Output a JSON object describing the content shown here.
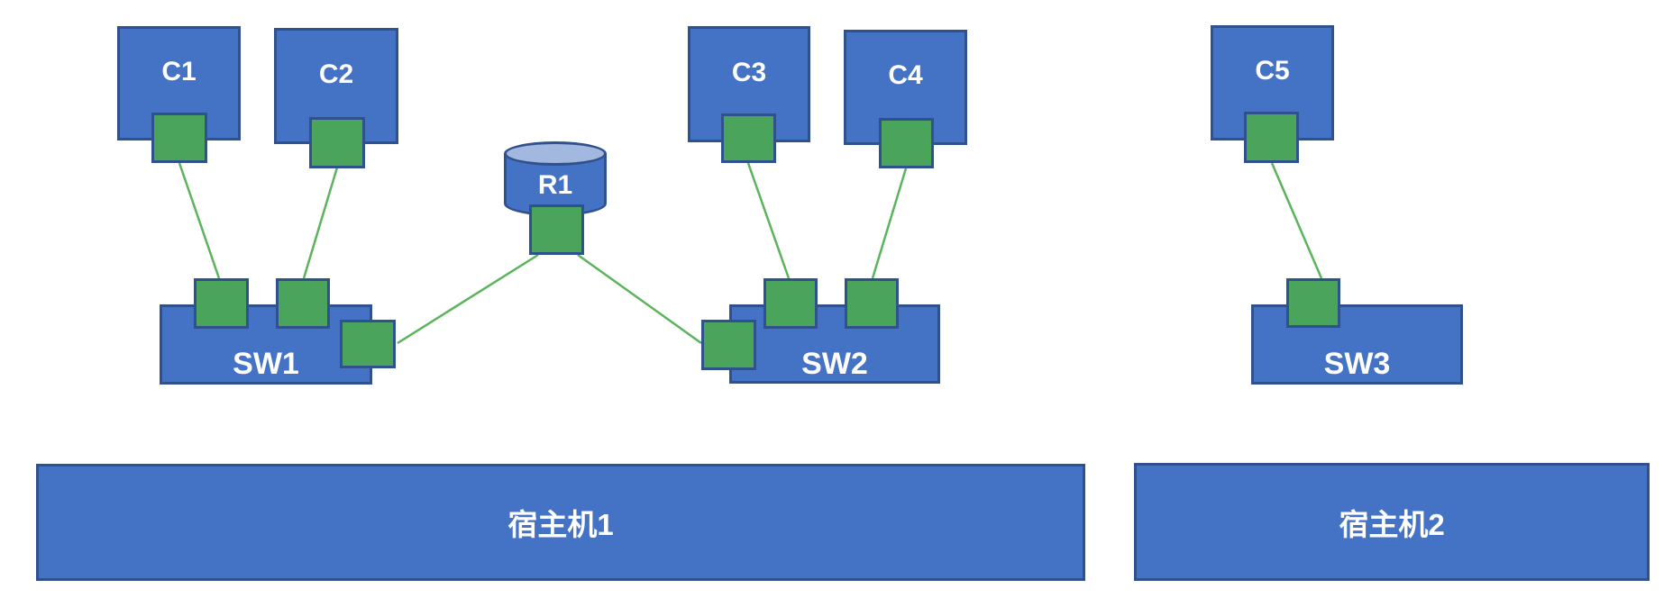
{
  "diagram": {
    "title": "network-topology",
    "colors": {
      "background": "#FFFFFF",
      "node_fill": "#4472C4",
      "node_border": "#2F528F",
      "port_fill": "#4BA45C",
      "cylinder_top_fill": "#A3B8DF",
      "link_stroke": "#5BB45C",
      "label_text": "#FFFFFF"
    },
    "nodes": {
      "c1": {
        "label": "C1",
        "type": "client",
        "ports": 1
      },
      "c2": {
        "label": "C2",
        "type": "client",
        "ports": 1
      },
      "c3": {
        "label": "C3",
        "type": "client",
        "ports": 1
      },
      "c4": {
        "label": "C4",
        "type": "client",
        "ports": 1
      },
      "c5": {
        "label": "C5",
        "type": "client",
        "ports": 1
      },
      "r1": {
        "label": "R1",
        "type": "router-cylinder",
        "ports": 1
      },
      "sw1": {
        "label": "SW1",
        "type": "switch",
        "ports": 3
      },
      "sw2": {
        "label": "SW2",
        "type": "switch",
        "ports": 3
      },
      "sw3": {
        "label": "SW3",
        "type": "switch",
        "ports": 1
      },
      "host1": {
        "label": "宿主机1",
        "type": "host"
      },
      "host2": {
        "label": "宿主机2",
        "type": "host"
      }
    },
    "edges": [
      {
        "from": "C1",
        "to": "SW1"
      },
      {
        "from": "C2",
        "to": "SW1"
      },
      {
        "from": "R1",
        "to": "SW1"
      },
      {
        "from": "R1",
        "to": "SW2"
      },
      {
        "from": "C3",
        "to": "SW2"
      },
      {
        "from": "C4",
        "to": "SW2"
      },
      {
        "from": "C5",
        "to": "SW3"
      }
    ]
  }
}
